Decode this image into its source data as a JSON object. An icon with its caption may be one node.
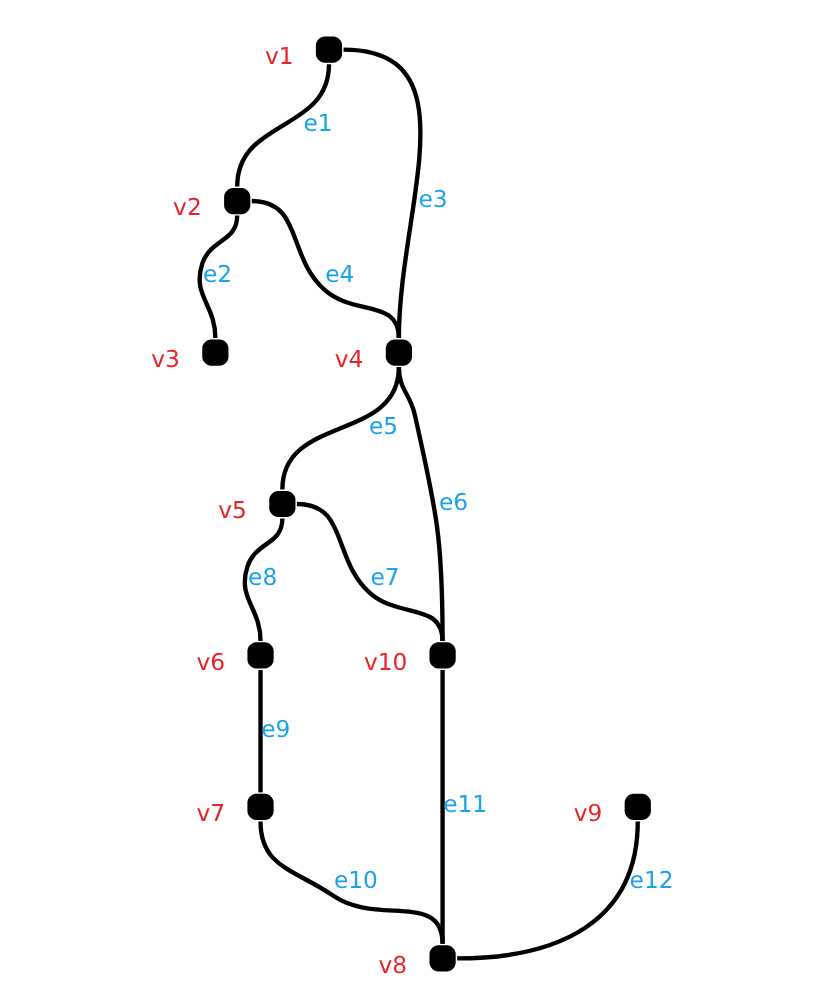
{
  "diagram": {
    "nodes": [
      {
        "text": [],
        "shape": "circle",
        "beside": [
          "v1"
        ]
      },
      {
        "text": [],
        "shape": "circle",
        "beside": [
          "v2"
        ]
      },
      {
        "text": [],
        "shape": "circle",
        "beside": [
          "v3"
        ]
      },
      {
        "text": [],
        "shape": "circle",
        "beside": [
          "v4"
        ]
      },
      {
        "text": [],
        "shape": "circle",
        "beside": [
          "v9"
        ]
      },
      {
        "text": [],
        "shape": "circle",
        "beside": [
          "v8"
        ]
      },
      {
        "text": [],
        "shape": "circle",
        "beside": [
          "v5"
        ]
      },
      {
        "text": [],
        "shape": "circle",
        "beside": [
          "v10"
        ]
      },
      {
        "text": [],
        "shape": "circle",
        "beside": [
          "v6"
        ]
      },
      {
        "text": [],
        "shape": "circle",
        "beside": [
          "v7"
        ]
      }
    ],
    "edges": [
      {
        "from": 0,
        "to": 1,
        "arrow": "none",
        "label": "e1"
      },
      {
        "from": 1,
        "to": 2,
        "arrow": "none",
        "label": "e2"
      },
      {
        "from": 0,
        "to": 3,
        "arrow": "none",
        "label": "e3"
      },
      {
        "from": 1,
        "to": 3,
        "arrow": "none",
        "label": "e4"
      },
      {
        "from": 3,
        "to": 6,
        "arrow": "none",
        "label": "e5"
      },
      {
        "from": 3,
        "to": 7,
        "arrow": "none",
        "label": "e6"
      },
      {
        "from": 6,
        "to": 7,
        "arrow": "none",
        "label": "e7"
      },
      {
        "from": 6,
        "to": 8,
        "arrow": "none",
        "label": "e8"
      },
      {
        "from": 8,
        "to": 9,
        "arrow": "none",
        "label": "e9"
      },
      {
        "from": 9,
        "to": 5,
        "arrow": "none",
        "label": "e10"
      },
      {
        "from": 7,
        "to": 5,
        "arrow": "none",
        "label": "e11"
      },
      {
        "from": 4,
        "to": 5,
        "arrow": "none",
        "label": "e12"
      }
    ]
  }
}
